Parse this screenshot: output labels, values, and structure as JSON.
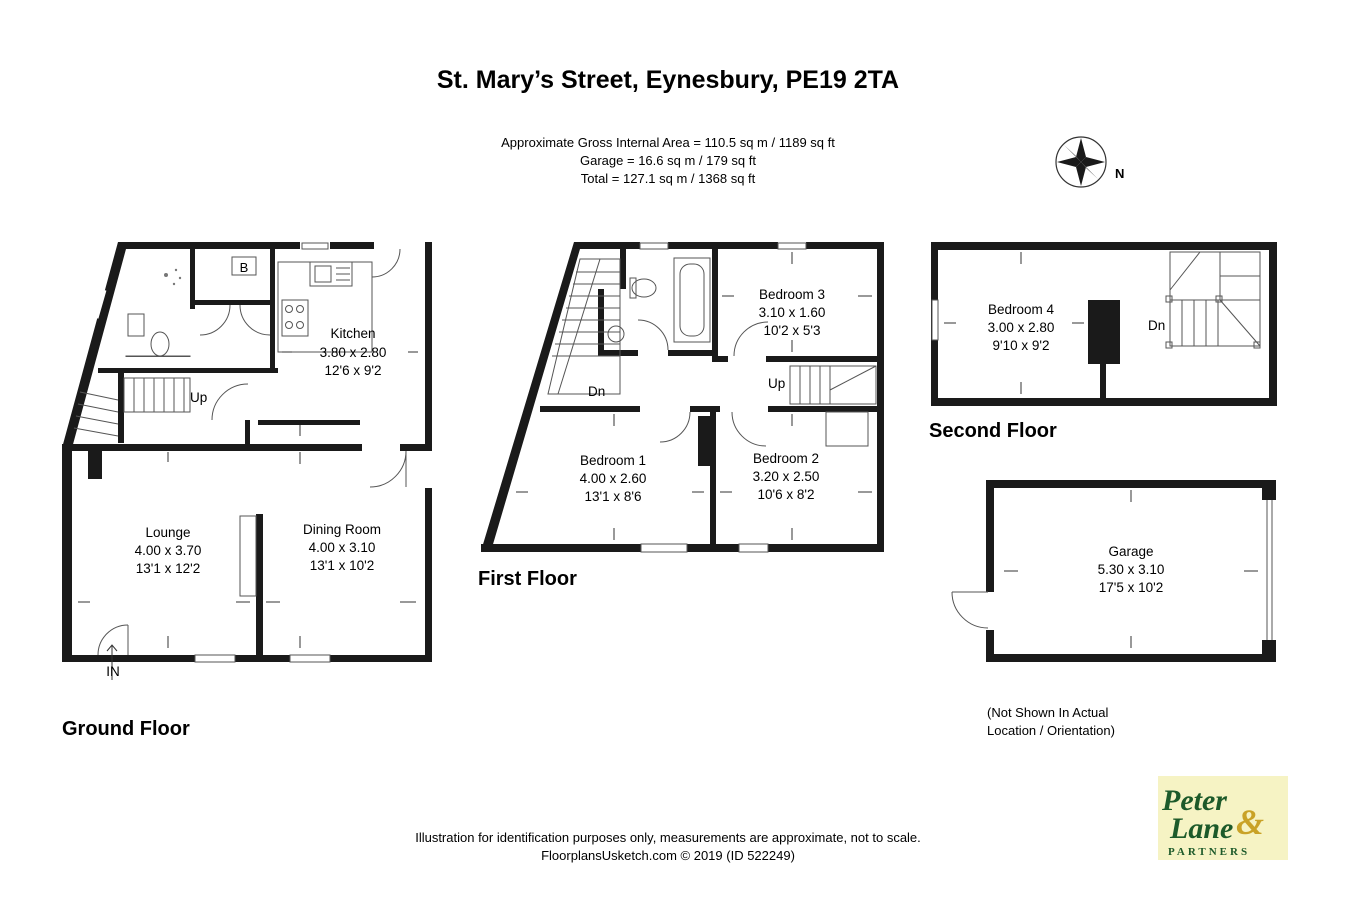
{
  "title": "St. Mary’s Street, Eynesbury, PE19 2TA",
  "areas": {
    "line1": "Approximate Gross Internal Area = 110.5 sq m / 1189 sq ft",
    "line2": "Garage = 16.6 sq m / 179 sq ft",
    "line3": "Total = 127.1 sq m / 1368 sq ft"
  },
  "compass_label": "N",
  "floors": {
    "ground": "Ground Floor",
    "first": "First Floor",
    "second": "Second Floor"
  },
  "rooms": {
    "kitchen": {
      "name": "Kitchen",
      "metric": "3.80 x 2.80",
      "imperial": "12'6 x 9'2"
    },
    "lounge": {
      "name": "Lounge",
      "metric": "4.00 x 3.70",
      "imperial": "13'1 x 12'2"
    },
    "dining": {
      "name": "Dining Room",
      "metric": "4.00 x 3.10",
      "imperial": "13'1 x 10'2"
    },
    "bedroom1": {
      "name": "Bedroom 1",
      "metric": "4.00 x 2.60",
      "imperial": "13'1 x 8'6"
    },
    "bedroom2": {
      "name": "Bedroom 2",
      "metric": "3.20 x 2.50",
      "imperial": "10'6 x 8'2"
    },
    "bedroom3": {
      "name": "Bedroom 3",
      "metric": "3.10 x 1.60",
      "imperial": "10'2 x 5'3"
    },
    "bedroom4": {
      "name": "Bedroom 4",
      "metric": "3.00 x 2.80",
      "imperial": "9'10 x 9'2"
    },
    "garage": {
      "name": "Garage",
      "metric": "5.30 x 3.10",
      "imperial": "17'5 x 10'2"
    }
  },
  "labels": {
    "up_ground": "Up",
    "up_first": "Up",
    "dn_first": "Dn",
    "dn_second_1": "Dn",
    "boiler": "B",
    "entry": "IN"
  },
  "garage_note": {
    "line1": "(Not Shown In Actual",
    "line2": "Location / Orientation)"
  },
  "disclaimer": {
    "line1": "Illustration for identification purposes only, measurements are approximate, not to scale.",
    "line2": "FloorplansUsketch.com © 2019 (ID 522249)"
  },
  "logo": {
    "word1": "Peter",
    "word2": "Lane",
    "amp": "&",
    "word3": "PARTNERS",
    "colors": {
      "green": "#1d5a2a",
      "gold": "#c9a227",
      "background": "#f6f3c4"
    }
  }
}
